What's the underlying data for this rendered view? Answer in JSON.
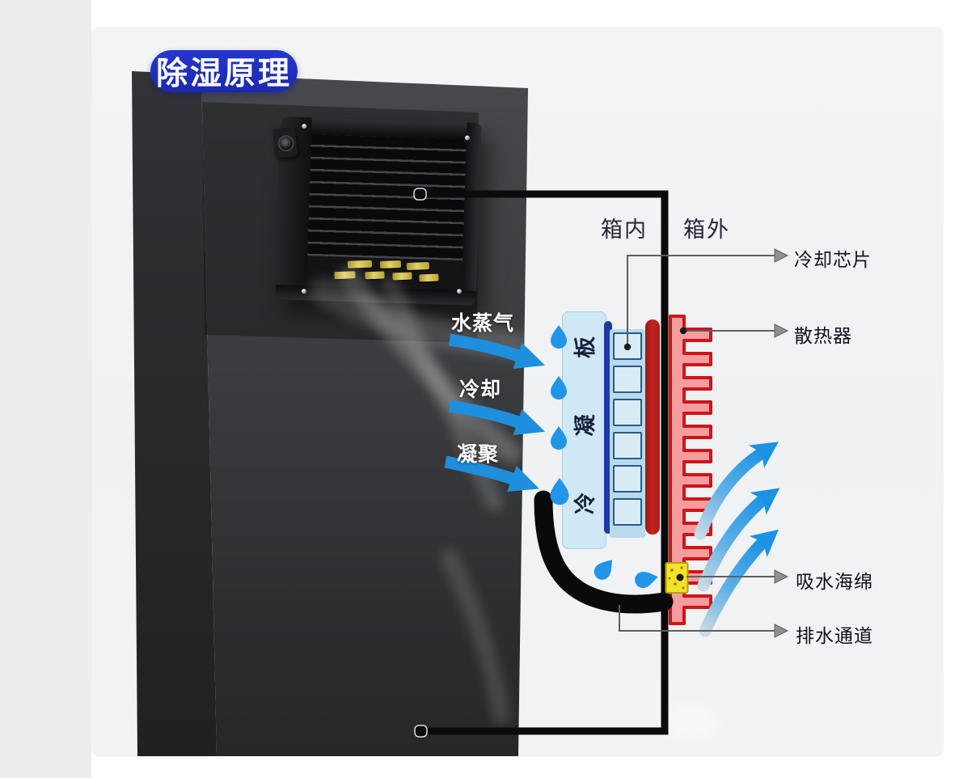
{
  "title": "除湿原理",
  "zones": {
    "inside": "箱内",
    "outside": "箱外"
  },
  "flow": {
    "vapor": "水蒸气",
    "cooling": "冷却",
    "condense": "凝聚"
  },
  "components": {
    "plate": "冷凝板",
    "cooling_chip": "冷却芯片",
    "heatsink": "散热器",
    "sponge": "吸水海绵",
    "drain": "排水通道"
  },
  "colors": {
    "title_bg": "#2537cf",
    "arrow_blue": "#1e8fdc",
    "droplet_blue": "#2196e8",
    "plate_blue": "#cfe8f5",
    "navy": "#1d3aa0",
    "red_bar": "#c42320",
    "heatsink_fill": "#f49c9e",
    "heatsink_stroke": "#cf1417",
    "sponge_yellow": "#f3e22b",
    "pipe_black": "#0b0b0b",
    "leader_gray": "#5f5f5f"
  }
}
